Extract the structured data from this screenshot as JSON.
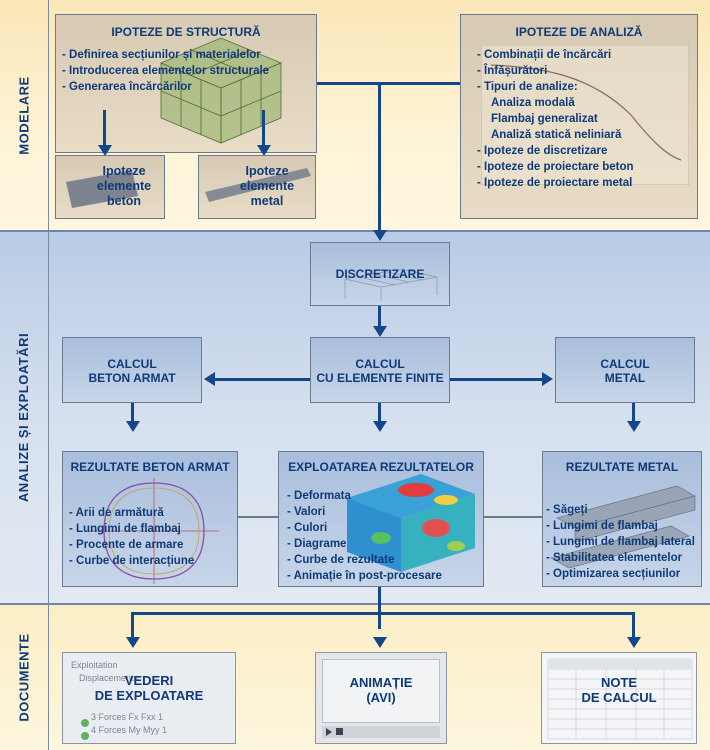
{
  "bands": {
    "modelare": "MODELARE",
    "analize": "ANALIZE ȘI EXPLOATĂRI",
    "documente": "DOCUMENTE"
  },
  "ipoteze_structura": {
    "title": "IPOTEZE DE STRUCTURĂ",
    "items": [
      "- Definirea secțiunilor și materialelor",
      "- Introducerea elementelor structurale",
      "- Generarea încărcărilor"
    ]
  },
  "ipoteze_beton": {
    "lines": [
      "Ipoteze",
      "elemente",
      "beton"
    ]
  },
  "ipoteze_metal": {
    "lines": [
      "Ipoteze",
      "elemente",
      "metal"
    ]
  },
  "ipoteze_analiza": {
    "title": "IPOTEZE DE ANALIZĂ",
    "items": [
      "- Combinații de încărcări",
      "- Înfășurători",
      "- Tipuri de analize:",
      "Analiza modală",
      "Flambaj generalizat",
      "Analiză statică neliniară",
      "- Ipoteze de discretizare",
      "- Ipoteze de proiectare beton",
      "- Ipoteze de proiectare metal"
    ]
  },
  "discretizare": {
    "title": "DISCRETIZARE"
  },
  "calcul_beton": {
    "lines": [
      "CALCUL",
      "BETON ARMAT"
    ]
  },
  "calcul_finite": {
    "lines": [
      "CALCUL",
      "CU ELEMENTE FINITE"
    ]
  },
  "calcul_metal": {
    "lines": [
      "CALCUL",
      "METAL"
    ]
  },
  "rezultate_beton": {
    "title": "REZULTATE BETON ARMAT",
    "items": [
      "- Arii de armătură",
      "- Lungimi de flambaj",
      "- Procente de armare",
      "- Curbe de interacțiune"
    ]
  },
  "exploatarea": {
    "title": "EXPLOATAREA REZULTATELOR",
    "items": [
      "- Deformata",
      "- Valori",
      "- Culori",
      "- Diagrame",
      "- Curbe de rezultate",
      "- Animație în post-procesare"
    ]
  },
  "rezultate_metal": {
    "title": "REZULTATE METAL",
    "items": [
      "- Săgeți",
      "- Lungimi de flambaj",
      "- Lungimi de flambaj lateral",
      "- Stabilitatea elementelor",
      "- Optimizarea secțiunilor"
    ]
  },
  "vederi": {
    "lines": [
      "VEDERI",
      "DE EXPLOATARE"
    ],
    "tree": [
      "Exploitation",
      "Displacements",
      "3 Forces Fx Fxx 1",
      "4 Forces My Myy 1"
    ]
  },
  "animatie": {
    "lines": [
      "ANIMAȚIE",
      "(AVI)"
    ]
  },
  "note": {
    "lines": [
      "NOTE",
      "DE CALCUL"
    ]
  },
  "colors": {
    "title_blue": "#0f3a78",
    "arrow_blue": "#14468a",
    "box_blue": "#b8cae4",
    "band_top": "#fbe7b8"
  }
}
